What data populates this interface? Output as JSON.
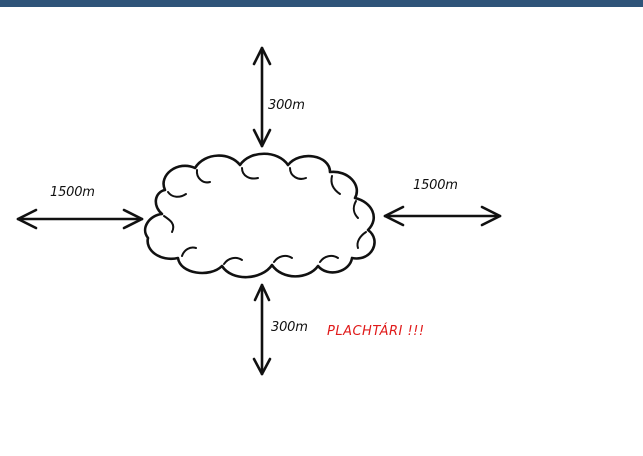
{
  "labels": {
    "top": "300m",
    "bottom": "300m",
    "left": "1500m",
    "right": "1500m"
  },
  "note": {
    "text": "PLACHTÁRI !!!",
    "color": "#e01a1a"
  },
  "colors": {
    "topbar": "#2f5479",
    "ink": "#111111"
  },
  "icons": {
    "cloud": "cloud-icon",
    "arrows": "double-arrow-icon"
  }
}
